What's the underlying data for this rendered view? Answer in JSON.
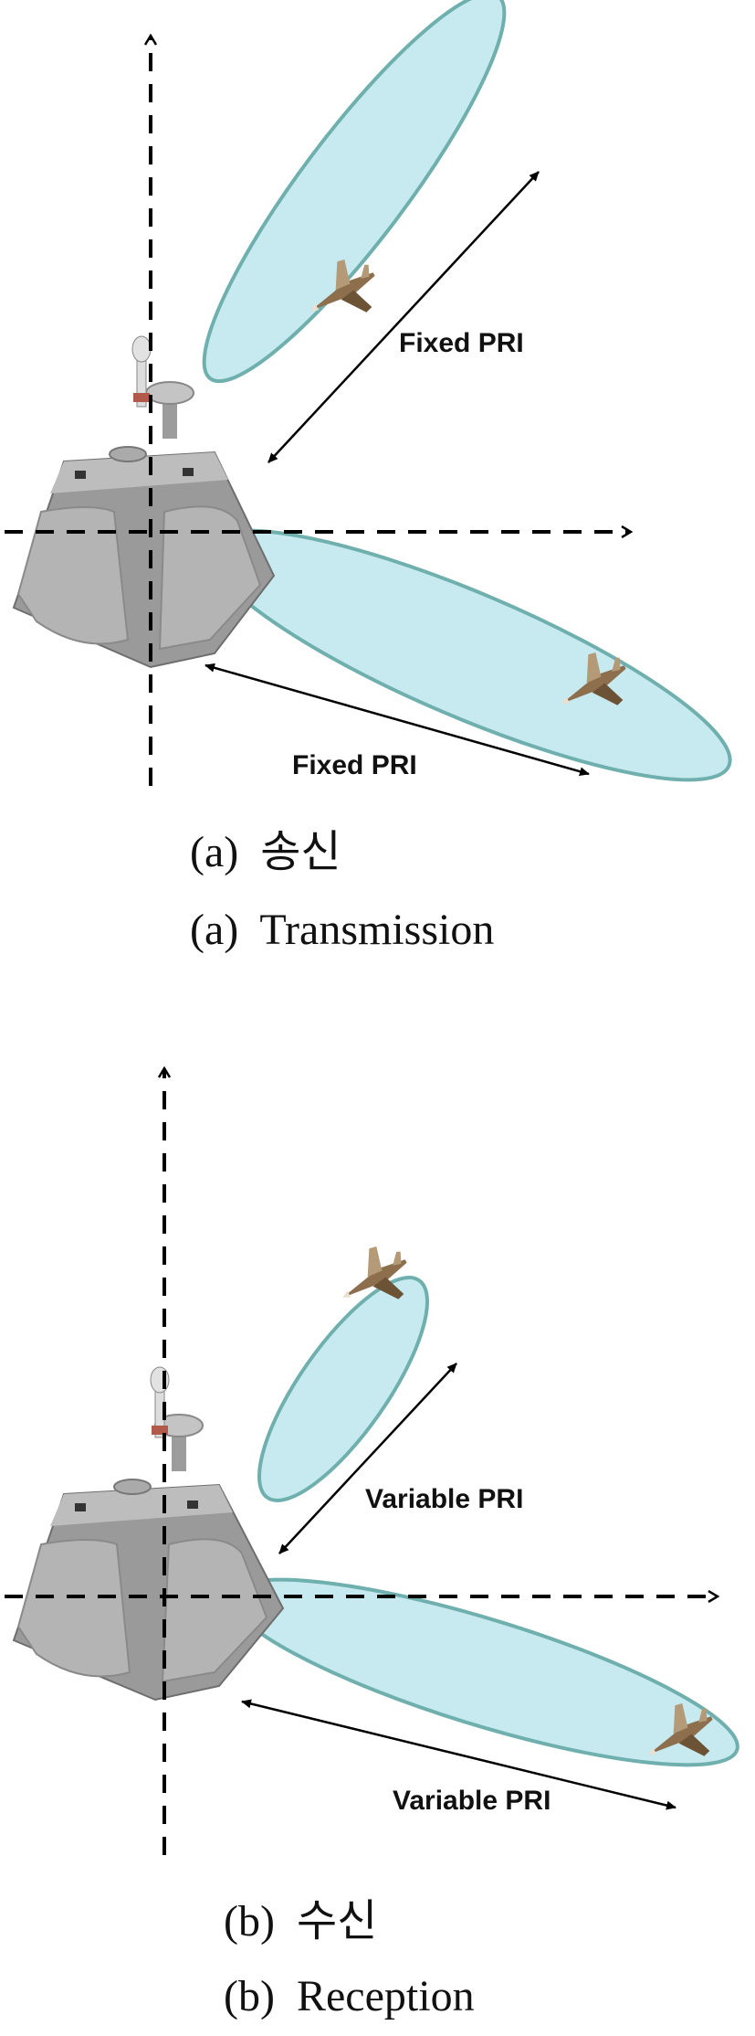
{
  "panel_a": {
    "beam_upper_label": "Fixed PRI",
    "beam_lower_label": "Fixed PRI",
    "caption_korean": "(a)  송신",
    "caption_english": "(a)  Transmission"
  },
  "panel_b": {
    "beam_upper_label": "Variable PRI",
    "beam_lower_label": "Variable PRI",
    "caption_korean": "(b)  수신",
    "caption_english": "(b)  Reception"
  },
  "colors": {
    "beam_fill": "#c6eaf0",
    "beam_stroke": "#6fb0ae",
    "radar_body": "#9a9a9a",
    "radar_panel": "#b4b4b4"
  }
}
